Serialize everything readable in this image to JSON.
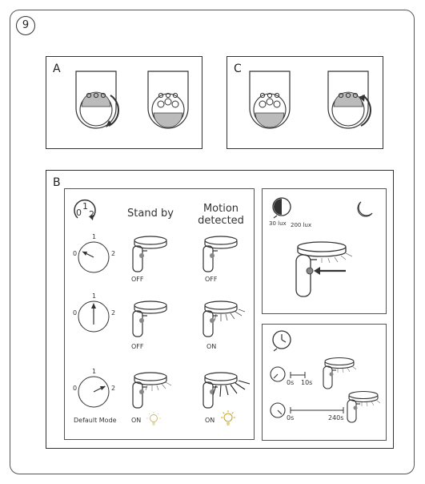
{
  "step_number": "9",
  "panels": {
    "a_label": "A",
    "b_label": "B",
    "c_label": "C"
  },
  "dial_icon_numbers": [
    "0",
    "1",
    "2"
  ],
  "sensitivity_table": {
    "col_standby": "Stand by",
    "col_motion_line1": "Motion",
    "col_motion_line2": "detected",
    "dial_ticks": [
      "0",
      "1",
      "2"
    ],
    "rows": [
      {
        "standby": "OFF",
        "motion": "OFF"
      },
      {
        "standby": "OFF",
        "motion": "ON"
      },
      {
        "standby": "ON",
        "motion": "ON",
        "note": "Default Mode"
      }
    ]
  },
  "lux_panel": {
    "low": "30 lux",
    "high": "200 lux"
  },
  "timer_panel": {
    "short_start": "0s",
    "short_end": "10s",
    "long_start": "0s",
    "long_end": "240s"
  }
}
